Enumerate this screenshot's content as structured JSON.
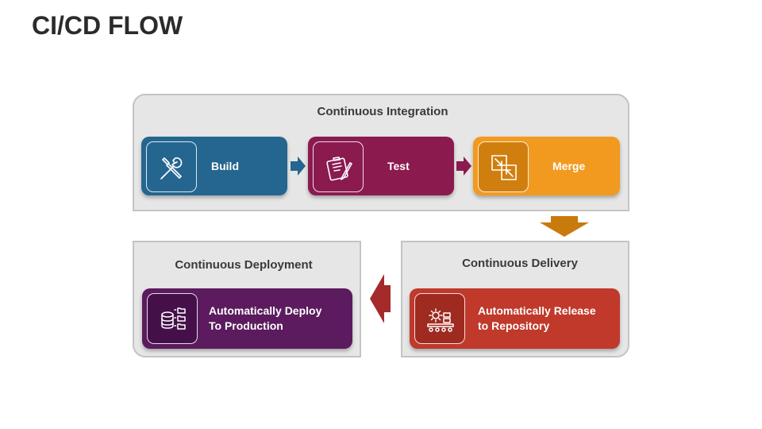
{
  "title": "CI/CD FLOW",
  "colors": {
    "build": "#256690",
    "test": "#8b1a4f",
    "merge": "#f29a1f",
    "deploy": "#5b1b5e",
    "release": "#c0392b",
    "panel_bg": "#e6e6e6",
    "panel_border": "#c4c4c4"
  },
  "integration": {
    "label": "Continuous Integration",
    "steps": [
      {
        "label": "Build",
        "icon": "tools-icon"
      },
      {
        "label": "Test",
        "icon": "clipboard-pen-icon"
      },
      {
        "label": "Merge",
        "icon": "merge-arrows-icon"
      }
    ]
  },
  "deployment": {
    "label": "Continuous Deployment",
    "card": {
      "line1": "Automatically Deploy",
      "line2": "To Production",
      "icon": "database-folders-icon"
    }
  },
  "delivery": {
    "label": "Continuous Delivery",
    "card": {
      "line1": "Automatically Release",
      "line2": "to Repository",
      "icon": "gear-conveyor-icon"
    }
  }
}
